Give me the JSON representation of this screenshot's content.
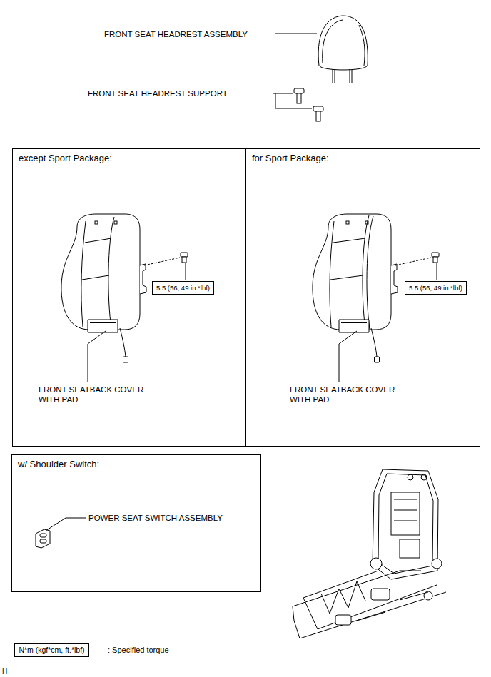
{
  "diagram": {
    "nodes": [
      {
        "text": [
          "except Sport Package:"
        ]
      },
      {
        "text": [
          "5.5 (56, 49 in.*lbf)"
        ],
        "in": 0
      },
      {
        "text": [
          "for Sport Package:"
        ]
      },
      {
        "text": [
          "5.5 (56, 49 in.*lbf)"
        ],
        "in": 2
      },
      {
        "text": [
          "w/ Shoulder Switch:"
        ]
      },
      {
        "text": [
          "N*m (kgf*cm, ft.*lbf)"
        ]
      }
    ],
    "labels": [
      "FRONT SEAT HEADREST ASSEMBLY",
      "FRONT SEAT HEADREST SUPPORT",
      "FRONT SEATBACK COVER WITH PAD",
      "FRONT SEATBACK COVER WITH PAD",
      "POWER SEAT SWITCH ASSEMBLY",
      ": Specified torque",
      "H"
    ]
  }
}
